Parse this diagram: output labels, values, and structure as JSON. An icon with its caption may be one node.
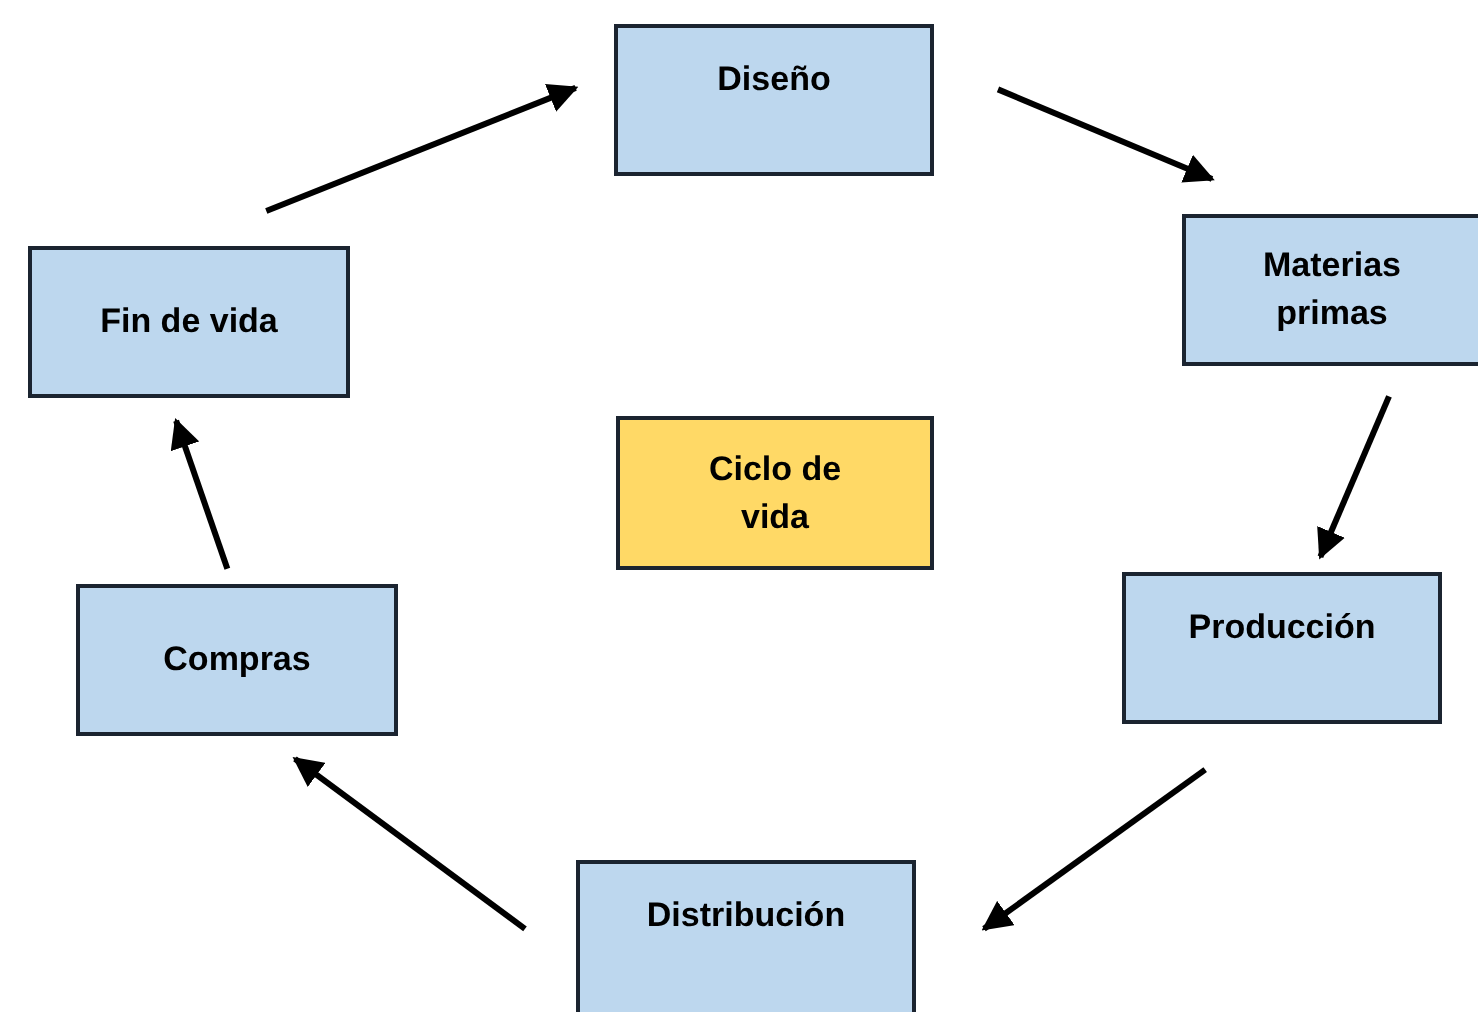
{
  "diagram": {
    "nodes": [
      {
        "text": [
          "Diseño"
        ]
      },
      {
        "text": [
          "Materias primas"
        ]
      },
      {
        "text": [
          "Fin de vida"
        ]
      },
      {
        "text": [
          "Ciclo de vida"
        ]
      },
      {
        "text": [
          "Compras"
        ]
      },
      {
        "text": [
          "Producción"
        ]
      },
      {
        "text": [
          "Distribución"
        ]
      }
    ],
    "edges": [
      {
        "from": 0,
        "to": 1,
        "arrow": "to"
      },
      {
        "from": 1,
        "to": 5,
        "arrow": "to"
      },
      {
        "from": 5,
        "to": 6,
        "arrow": "to"
      },
      {
        "from": 6,
        "to": 4,
        "arrow": "to"
      },
      {
        "from": 4,
        "to": 2,
        "arrow": "to"
      },
      {
        "from": 2,
        "to": 0,
        "arrow": "to"
      }
    ]
  }
}
